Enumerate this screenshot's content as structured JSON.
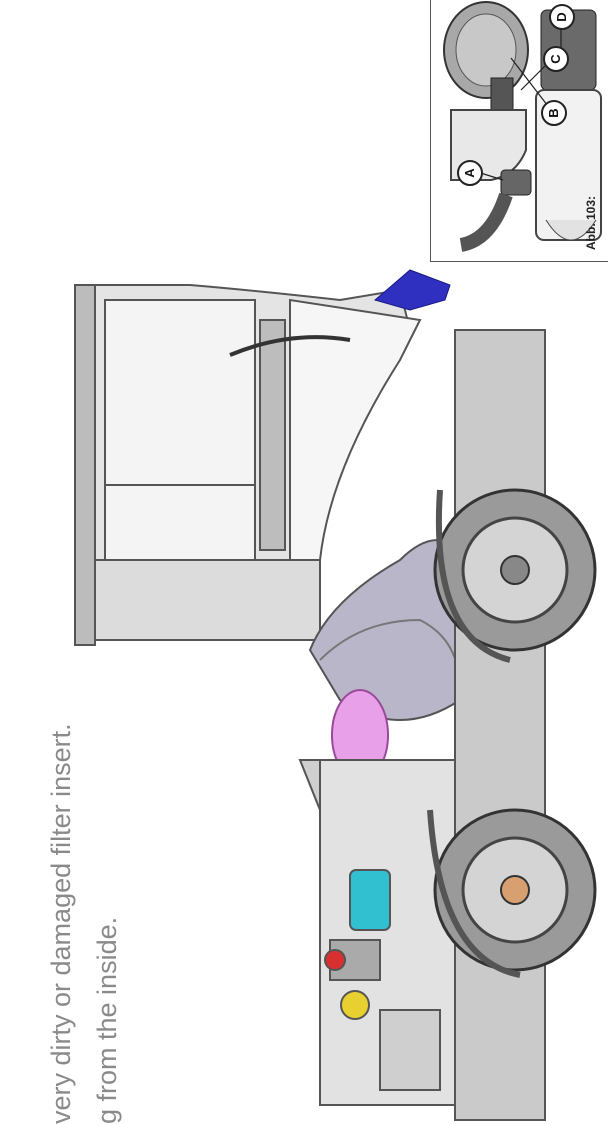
{
  "instructions": {
    "line1": "very dirty or damaged filter insert.",
    "line2": "g from the inside."
  },
  "figure": {
    "label": "Abb. 103:",
    "callouts": [
      "A",
      "B",
      "C",
      "D"
    ]
  },
  "colors": {
    "text": "#8a8a8a",
    "cabin_frame": "#9a9a9a",
    "fender": "#b8b6c8",
    "highlight_pink": "#e8a0e8",
    "part_blue": "#3030c0",
    "part_cyan": "#30c0d0",
    "part_yellow": "#e8d030"
  }
}
